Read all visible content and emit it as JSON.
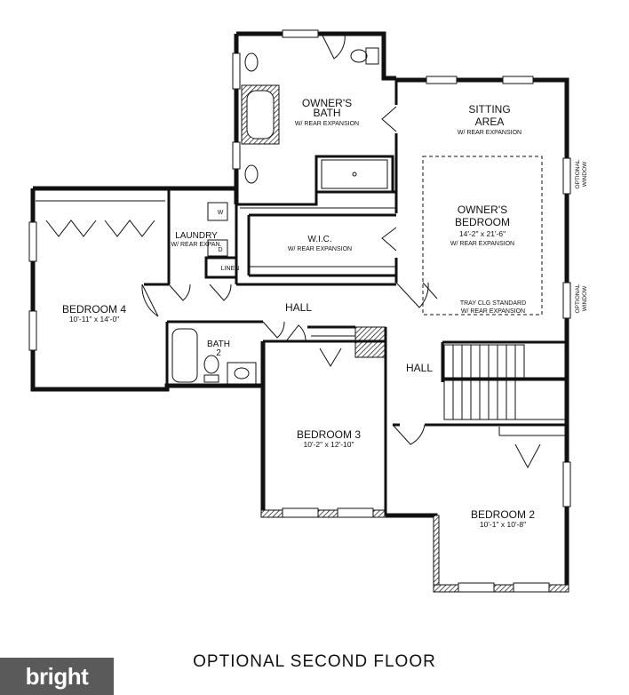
{
  "title": "OPTIONAL SECOND FLOOR",
  "watermark": "bright",
  "rooms": {
    "owners_bath": {
      "name": "OWNER'S",
      "name2": "BATH",
      "note": "W/ REAR EXPANSION"
    },
    "sitting_area": {
      "name": "SITTING",
      "name2": "AREA",
      "note": "W/ REAR EXPANSION"
    },
    "owners_bedroom": {
      "name": "OWNER'S",
      "name2": "BEDROOM",
      "dims": "14'-2\" x 21'-6\"",
      "note": "W/ REAR EXPANSION"
    },
    "tray_ceiling": {
      "line1": "TRAY CLG STANDARD",
      "line2": "W/ REAR EXPANSION"
    },
    "wic": {
      "name": "W.I.C.",
      "note": "W/ REAR EXPANSION"
    },
    "laundry": {
      "name": "LAUNDRY",
      "note": "W/ REAR EXPAN."
    },
    "washer": "W",
    "dryer": "D",
    "linen": "LINEN",
    "bedroom4": {
      "name": "BEDROOM 4",
      "dims": "10'-11\" x 14'-0\""
    },
    "hall_upper": "HALL",
    "hall_right": "HALL",
    "bath2": {
      "name": "BATH",
      "name2": "2"
    },
    "bedroom3": {
      "name": "BEDROOM 3",
      "dims": "10'-2\" x 12'-10\""
    },
    "bedroom2": {
      "name": "BEDROOM 2",
      "dims": "10'-1\" x 10'-8\""
    },
    "optional_window_top": {
      "line1": "OPTIONAL",
      "line2": "WINDOW"
    },
    "optional_window_bottom": {
      "line1": "OPTIONAL",
      "line2": "WINDOW"
    }
  }
}
